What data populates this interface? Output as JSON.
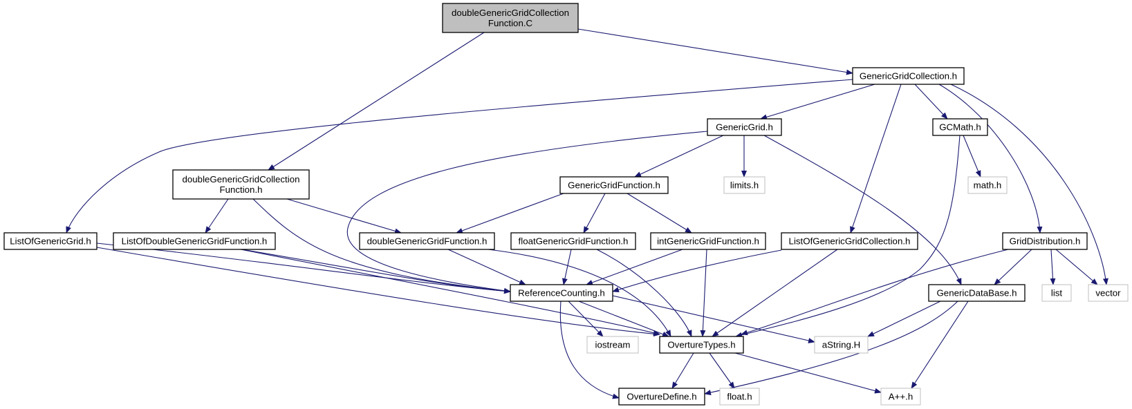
{
  "colors": {
    "edge": "#191970",
    "root_fill": "#bfbfbf",
    "node_border": "#000000",
    "external_border": "#bfbfbf",
    "text": "#000000"
  },
  "nodes": [
    {
      "id": "root",
      "lines": [
        "doubleGenericGridCollection",
        "Function.C"
      ],
      "kind": "root"
    },
    {
      "id": "ggc",
      "lines": [
        "GenericGridCollection.h"
      ],
      "kind": "file"
    },
    {
      "id": "dggcf_h",
      "lines": [
        "doubleGenericGridCollection",
        "Function.h"
      ],
      "kind": "file"
    },
    {
      "id": "gg",
      "lines": [
        "GenericGrid.h"
      ],
      "kind": "file"
    },
    {
      "id": "gcmath",
      "lines": [
        "GCMath.h"
      ],
      "kind": "file"
    },
    {
      "id": "ggf",
      "lines": [
        "GenericGridFunction.h"
      ],
      "kind": "file"
    },
    {
      "id": "limits",
      "lines": [
        "limits.h"
      ],
      "kind": "external"
    },
    {
      "id": "math",
      "lines": [
        "math.h"
      ],
      "kind": "external"
    },
    {
      "id": "logg",
      "lines": [
        "ListOfGenericGrid.h"
      ],
      "kind": "file"
    },
    {
      "id": "lodggf",
      "lines": [
        "ListOfDoubleGenericGridFunction.h"
      ],
      "kind": "file"
    },
    {
      "id": "dggf",
      "lines": [
        "doubleGenericGridFunction.h"
      ],
      "kind": "file"
    },
    {
      "id": "fggf",
      "lines": [
        "floatGenericGridFunction.h"
      ],
      "kind": "file"
    },
    {
      "id": "iggf",
      "lines": [
        "intGenericGridFunction.h"
      ],
      "kind": "file"
    },
    {
      "id": "loggc",
      "lines": [
        "ListOfGenericGridCollection.h"
      ],
      "kind": "file"
    },
    {
      "id": "gd",
      "lines": [
        "GridDistribution.h"
      ],
      "kind": "file"
    },
    {
      "id": "rc",
      "lines": [
        "ReferenceCounting.h"
      ],
      "kind": "file"
    },
    {
      "id": "gdb",
      "lines": [
        "GenericDataBase.h"
      ],
      "kind": "file"
    },
    {
      "id": "list",
      "lines": [
        "list"
      ],
      "kind": "external"
    },
    {
      "id": "vector",
      "lines": [
        "vector"
      ],
      "kind": "external"
    },
    {
      "id": "iostream",
      "lines": [
        "iostream"
      ],
      "kind": "external"
    },
    {
      "id": "ot",
      "lines": [
        "OvertureTypes.h"
      ],
      "kind": "file"
    },
    {
      "id": "astring",
      "lines": [
        "aString.H"
      ],
      "kind": "external"
    },
    {
      "id": "od",
      "lines": [
        "OvertureDefine.h"
      ],
      "kind": "file"
    },
    {
      "id": "float",
      "lines": [
        "float.h"
      ],
      "kind": "external"
    },
    {
      "id": "app",
      "lines": [
        "A++.h"
      ],
      "kind": "external"
    }
  ],
  "edges": [
    {
      "from": "root",
      "to": "ggc"
    },
    {
      "from": "root",
      "to": "dggcf_h"
    },
    {
      "from": "ggc",
      "to": "logg"
    },
    {
      "from": "ggc",
      "to": "gg"
    },
    {
      "from": "ggc",
      "to": "loggc"
    },
    {
      "from": "ggc",
      "to": "gcmath"
    },
    {
      "from": "ggc",
      "to": "gd"
    },
    {
      "from": "ggc",
      "to": "vector"
    },
    {
      "from": "gg",
      "to": "rc"
    },
    {
      "from": "gg",
      "to": "ggf"
    },
    {
      "from": "gg",
      "to": "limits"
    },
    {
      "from": "gg",
      "to": "gdb"
    },
    {
      "from": "gcmath",
      "to": "math"
    },
    {
      "from": "gcmath",
      "to": "ot"
    },
    {
      "from": "dggcf_h",
      "to": "lodggf"
    },
    {
      "from": "dggcf_h",
      "to": "dggf"
    },
    {
      "from": "dggcf_h",
      "to": "rc"
    },
    {
      "from": "ggf",
      "to": "dggf"
    },
    {
      "from": "ggf",
      "to": "fggf"
    },
    {
      "from": "ggf",
      "to": "iggf"
    },
    {
      "from": "logg",
      "to": "rc"
    },
    {
      "from": "logg",
      "to": "ot"
    },
    {
      "from": "lodggf",
      "to": "rc"
    },
    {
      "from": "lodggf",
      "to": "ot"
    },
    {
      "from": "dggf",
      "to": "rc"
    },
    {
      "from": "dggf",
      "to": "ot"
    },
    {
      "from": "fggf",
      "to": "rc"
    },
    {
      "from": "fggf",
      "to": "ot"
    },
    {
      "from": "iggf",
      "to": "rc"
    },
    {
      "from": "iggf",
      "to": "ot"
    },
    {
      "from": "loggc",
      "to": "rc"
    },
    {
      "from": "loggc",
      "to": "ot"
    },
    {
      "from": "gd",
      "to": "gdb"
    },
    {
      "from": "gd",
      "to": "list"
    },
    {
      "from": "gd",
      "to": "vector"
    },
    {
      "from": "gd",
      "to": "ot"
    },
    {
      "from": "rc",
      "to": "iostream"
    },
    {
      "from": "rc",
      "to": "ot"
    },
    {
      "from": "rc",
      "to": "astring"
    },
    {
      "from": "rc",
      "to": "od"
    },
    {
      "from": "gdb",
      "to": "astring"
    },
    {
      "from": "gdb",
      "to": "app"
    },
    {
      "from": "gdb",
      "to": "od"
    },
    {
      "from": "ot",
      "to": "od"
    },
    {
      "from": "ot",
      "to": "float"
    },
    {
      "from": "ot",
      "to": "app"
    }
  ]
}
